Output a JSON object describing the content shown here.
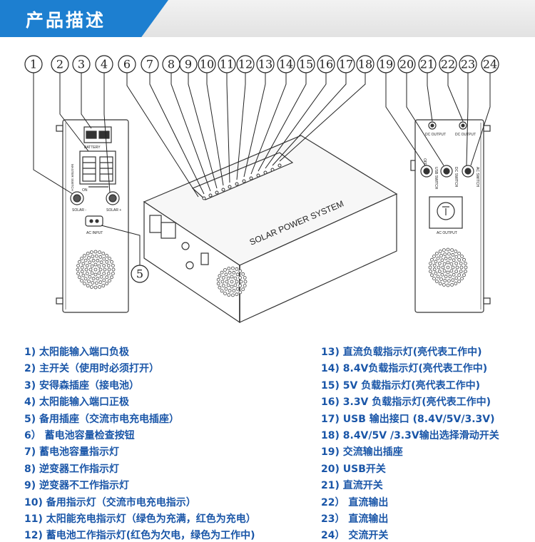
{
  "header": {
    "title": "产品描述",
    "accent_color": "#1d7fd0"
  },
  "callout_numbers": [
    "1",
    "2",
    "3",
    "4",
    "5",
    "6",
    "7",
    "8",
    "9",
    "10",
    "11",
    "12",
    "13",
    "14",
    "15",
    "16",
    "17",
    "18",
    "19",
    "20",
    "21",
    "22",
    "23",
    "24"
  ],
  "device": {
    "battery_label": "BATTERY",
    "master_switch_label": "MASTER SWITCH",
    "on_label": "ON",
    "off_label": "OFF",
    "solar_minus": "SOLAR -",
    "solar_plus": "SOLAR +",
    "ac_input": "AC INPUT",
    "system_name": "SOLAR POWER SYSTEM",
    "dc_output_1": "DC OUTPUT",
    "dc_output_2": "DC OUTPUT",
    "usb_switch": "USB SWITCH",
    "dc_switch": "DC SWITCH",
    "ac_switch": "AC SWITCH",
    "ac_output": "AC OUTPUT"
  },
  "legend": [
    "1) 太阳能输入端口负极",
    "2) 主开关（使用时必须打开）",
    "3) 安得森插座（接电池）",
    "4) 太阳能输入端口正极",
    "5) 备用插座（交流市电充电插座）",
    "6） 蓄电池容量检查按钮",
    "7) 蓄电池容量指示灯",
    "8) 逆变器工作指示灯",
    "9) 逆变器不工作指示灯",
    "10) 备用指示灯（交流市电充电指示）",
    "11) 太阳能充电指示灯（绿色为充满，红色为充电）",
    "12) 蓄电池工作指示灯(红色为欠电，绿色为工作中)",
    "13) 直流负载指示灯(亮代表工作中)",
    "14) 8.4V负载指示灯(亮代表工作中)",
    "15) 5V 负载指示灯(亮代表工作中)",
    "16) 3.3V 负载指示灯(亮代表工作中)",
    "17) USB 输出接口 (8.4V/5V/3.3V)",
    "18) 8.4V/5V /3.3V输出选择滑动开关",
    "19) 交流输出插座",
    "20) USB开关",
    "21) 直流开关",
    "22） 直流输出",
    "23） 直流输出",
    "24） 交流开关"
  ]
}
